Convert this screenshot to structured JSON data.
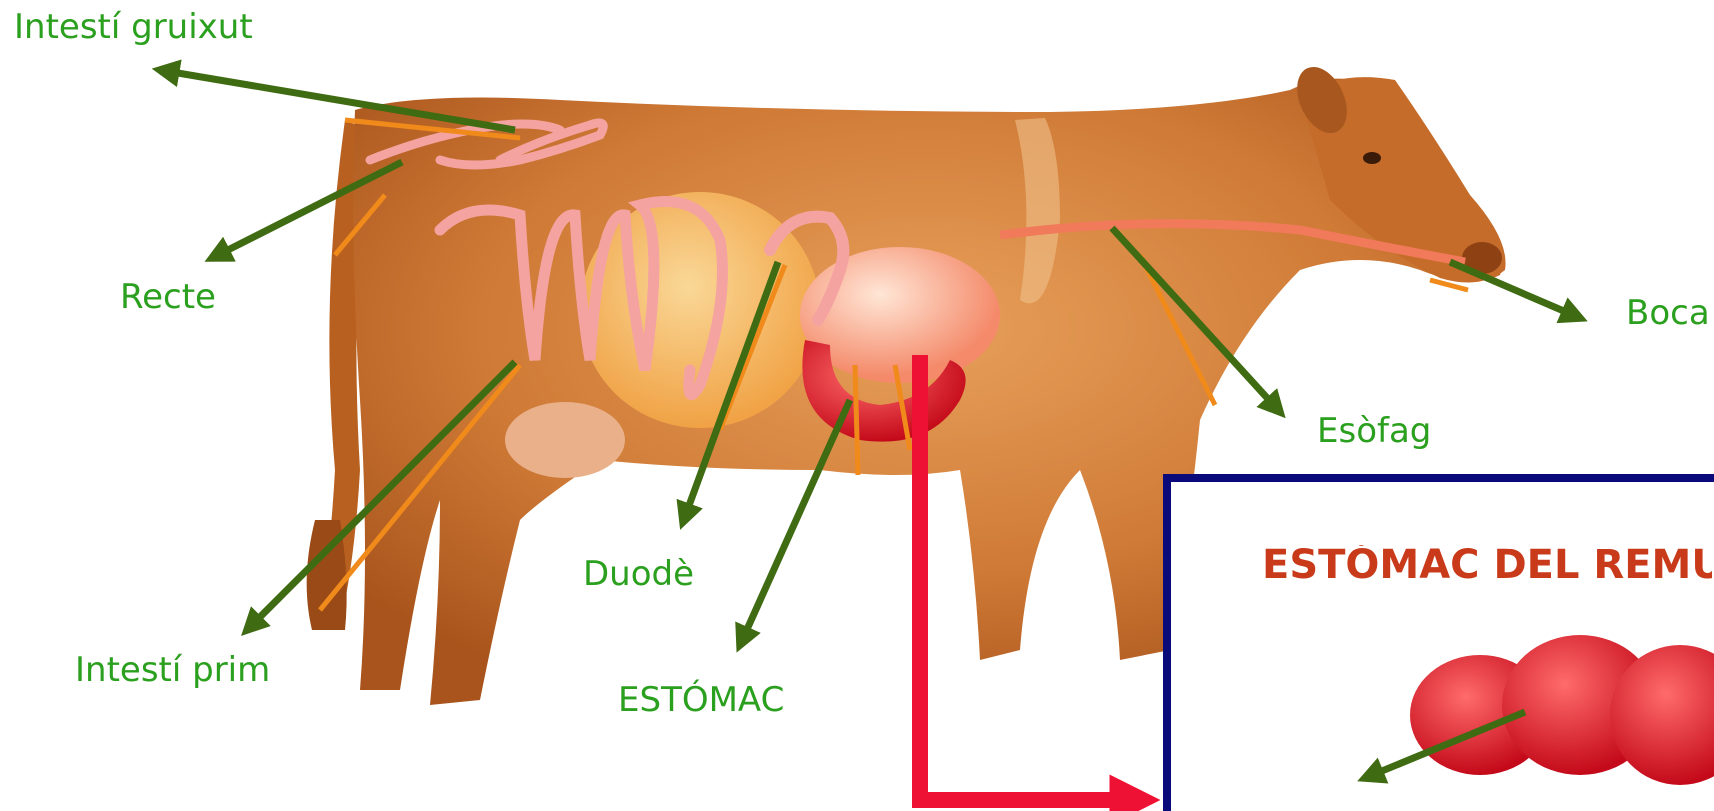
{
  "labels": {
    "large_intestine": "Intestí gruixut",
    "rectum": "Recte",
    "mouth": "Boca",
    "esophagus": "Esòfag",
    "duodenum": "Duodè",
    "small_intestine": "Intestí prim",
    "stomach": "ESTÓMAC"
  },
  "inset": {
    "title": "ESTÓMAC DEL REMU"
  },
  "colors": {
    "label_text": "#2ba01f",
    "arrow": "#3f6b12",
    "inset_border": "#0a0a7a",
    "inset_title": "#c93a1a",
    "connector": "#ee1133",
    "cow_body": "#c8742f"
  }
}
